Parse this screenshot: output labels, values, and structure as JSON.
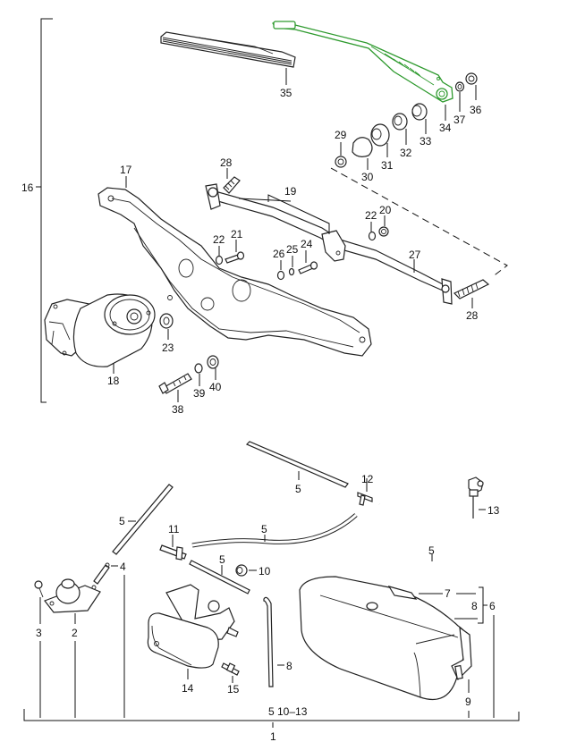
{
  "diagram": {
    "title": "Windshield wiper and washer system exploded parts diagram",
    "highlight_color": "#2e9a2e",
    "line_color": "#111111",
    "highlighted_part": "34",
    "upper_group": {
      "bracket_label": "16",
      "callouts": {
        "p17": "17",
        "p18": "18",
        "p19": "19",
        "p20": "20",
        "p21": "21",
        "p22a": "22",
        "p22b": "22",
        "p23": "23",
        "p24": "24",
        "p25": "25",
        "p26": "26",
        "p27": "27",
        "p28a": "28",
        "p28b": "28",
        "p29": "29",
        "p30": "30",
        "p31": "31",
        "p32": "32",
        "p33": "33",
        "p34": "34",
        "p35": "35",
        "p36": "36",
        "p37": "37",
        "p38": "38",
        "p39": "39",
        "p40": "40"
      }
    },
    "lower_group": {
      "callouts": {
        "p2": "2",
        "p3": "3",
        "p4": "4",
        "p5a": "5",
        "p5b": "5",
        "p5c": "5",
        "p5d": "5",
        "p5e": "5",
        "p7": "7",
        "p8a": "8",
        "p8b": "8",
        "p6": "6",
        "p9": "9",
        "p10": "10",
        "p11": "11",
        "p12": "12",
        "p13": "13",
        "p14": "14",
        "p15": "15"
      },
      "bottom_bracket_label": "5  10–13",
      "assembly_label": "1"
    }
  }
}
